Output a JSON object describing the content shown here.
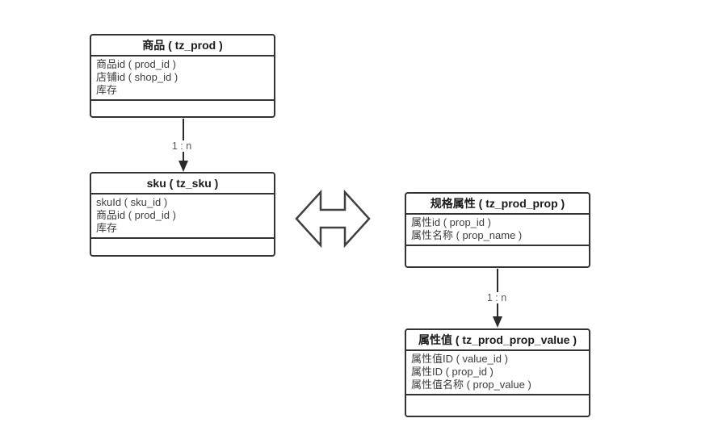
{
  "colors": {
    "background": "#ffffff",
    "border": "#333333",
    "title_text": "#1a1a1a",
    "field_text": "#3d3d3d",
    "connector": "#2b2b2b",
    "label_text": "#595959"
  },
  "tables": [
    {
      "id": "prod",
      "title": "商品 ( tz_prod )",
      "fields": [
        "商品id ( prod_id )",
        "店铺id ( shop_id )",
        "库存"
      ]
    },
    {
      "id": "sku",
      "title": "sku ( tz_sku )",
      "fields": [
        "skuId ( sku_id )",
        "商品id ( prod_id )",
        "库存"
      ]
    },
    {
      "id": "prod-prop",
      "title": "规格属性 ( tz_prod_prop )",
      "fields": [
        "属性id ( prop_id )",
        "属性名称 ( prop_name )"
      ]
    },
    {
      "id": "prop-value",
      "title": "属性值 ( tz_prod_prop_value )",
      "fields": [
        "属性值ID ( value_id )",
        "属性ID ( prop_id )",
        "属性值名称 ( prop_value )"
      ]
    }
  ],
  "connectors": [
    {
      "type": "arrow",
      "from": "prod",
      "to": "sku",
      "label": "1 : n"
    },
    {
      "type": "arrow",
      "from": "prod-prop",
      "to": "prop-value",
      "label": "1 : n"
    },
    {
      "type": "double-arrow",
      "between": [
        "sku",
        "prod-prop"
      ],
      "label": ""
    }
  ]
}
